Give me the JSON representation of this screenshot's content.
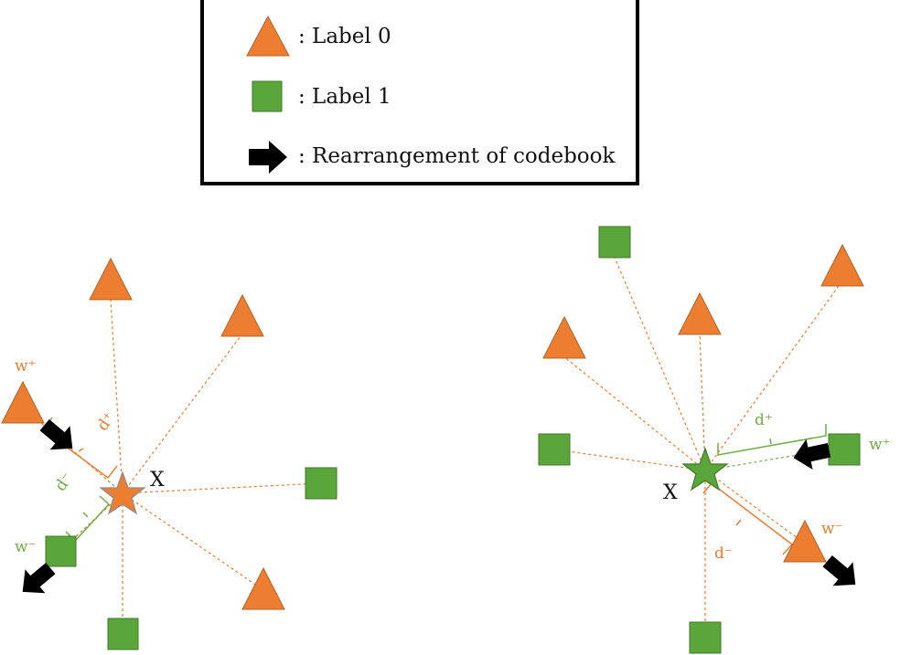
{
  "legend": {
    "items": [
      {
        "marker": "orange-triangle",
        "text": ": Label 0"
      },
      {
        "marker": "green-square",
        "text": ": Label 1"
      },
      {
        "marker": "black-arrow",
        "text": ": Rearrangement of codebook"
      }
    ]
  },
  "left_panel": {
    "query_label": "X",
    "w_plus_label": "w⁺",
    "w_minus_label": "w⁻",
    "d_plus_label": "d⁺",
    "d_minus_label": "d⁻"
  },
  "right_panel": {
    "query_label": "X",
    "w_plus_label": "w⁺",
    "w_minus_label": "w⁻",
    "d_plus_label": "d⁺",
    "d_minus_label": "d⁻"
  },
  "colors": {
    "label0": "#ed7d31",
    "label1": "#5aa63b",
    "arrow": "#000000"
  }
}
